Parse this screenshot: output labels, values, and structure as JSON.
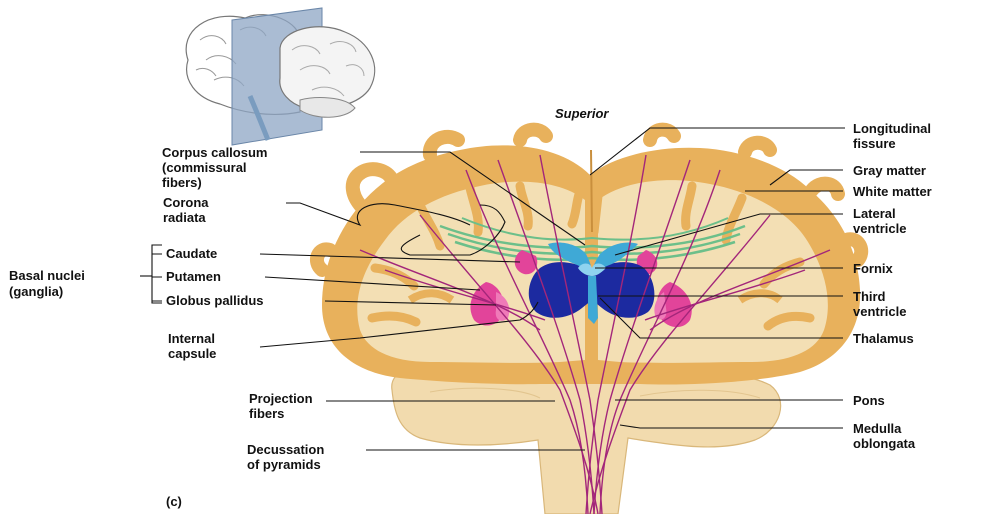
{
  "panel_letter": "(c)",
  "orientation": "Superior",
  "labels_left": {
    "corpus_callosum": [
      "Corpus callosum",
      "(commissural",
      "fibers)"
    ],
    "corona_radiata": [
      "Corona",
      "radiata"
    ],
    "basal_nuclei": [
      "Basal nuclei",
      "(ganglia)"
    ],
    "caudate": "Caudate",
    "putamen": "Putamen",
    "globus_pallidus": "Globus pallidus",
    "internal_capsule": [
      "Internal",
      "capsule"
    ],
    "projection_fibers": [
      "Projection",
      "fibers"
    ],
    "decussation": [
      "Decussation",
      "of pyramids"
    ]
  },
  "labels_right": {
    "longitudinal_fissure": [
      "Longitudinal",
      "fissure"
    ],
    "gray_matter": "Gray matter",
    "white_matter": "White matter",
    "lateral_ventricle": [
      "Lateral",
      "ventricle"
    ],
    "fornix": "Fornix",
    "third_ventricle": [
      "Third",
      "ventricle"
    ],
    "thalamus": "Thalamus",
    "pons": "Pons",
    "medulla_oblongata": [
      "Medulla",
      "oblongata"
    ]
  },
  "colors": {
    "gray_matter": "#e8b15c",
    "white_matter": "#f3dfb4",
    "brainstem": "#f2dbae",
    "ventricle": "#3fa9d6",
    "thalamus": "#1c2aa0",
    "basal_nuclei": "#e2449a",
    "commissural_fibers": "#6cbf8a",
    "projection_fibers": "#a3267a"
  }
}
